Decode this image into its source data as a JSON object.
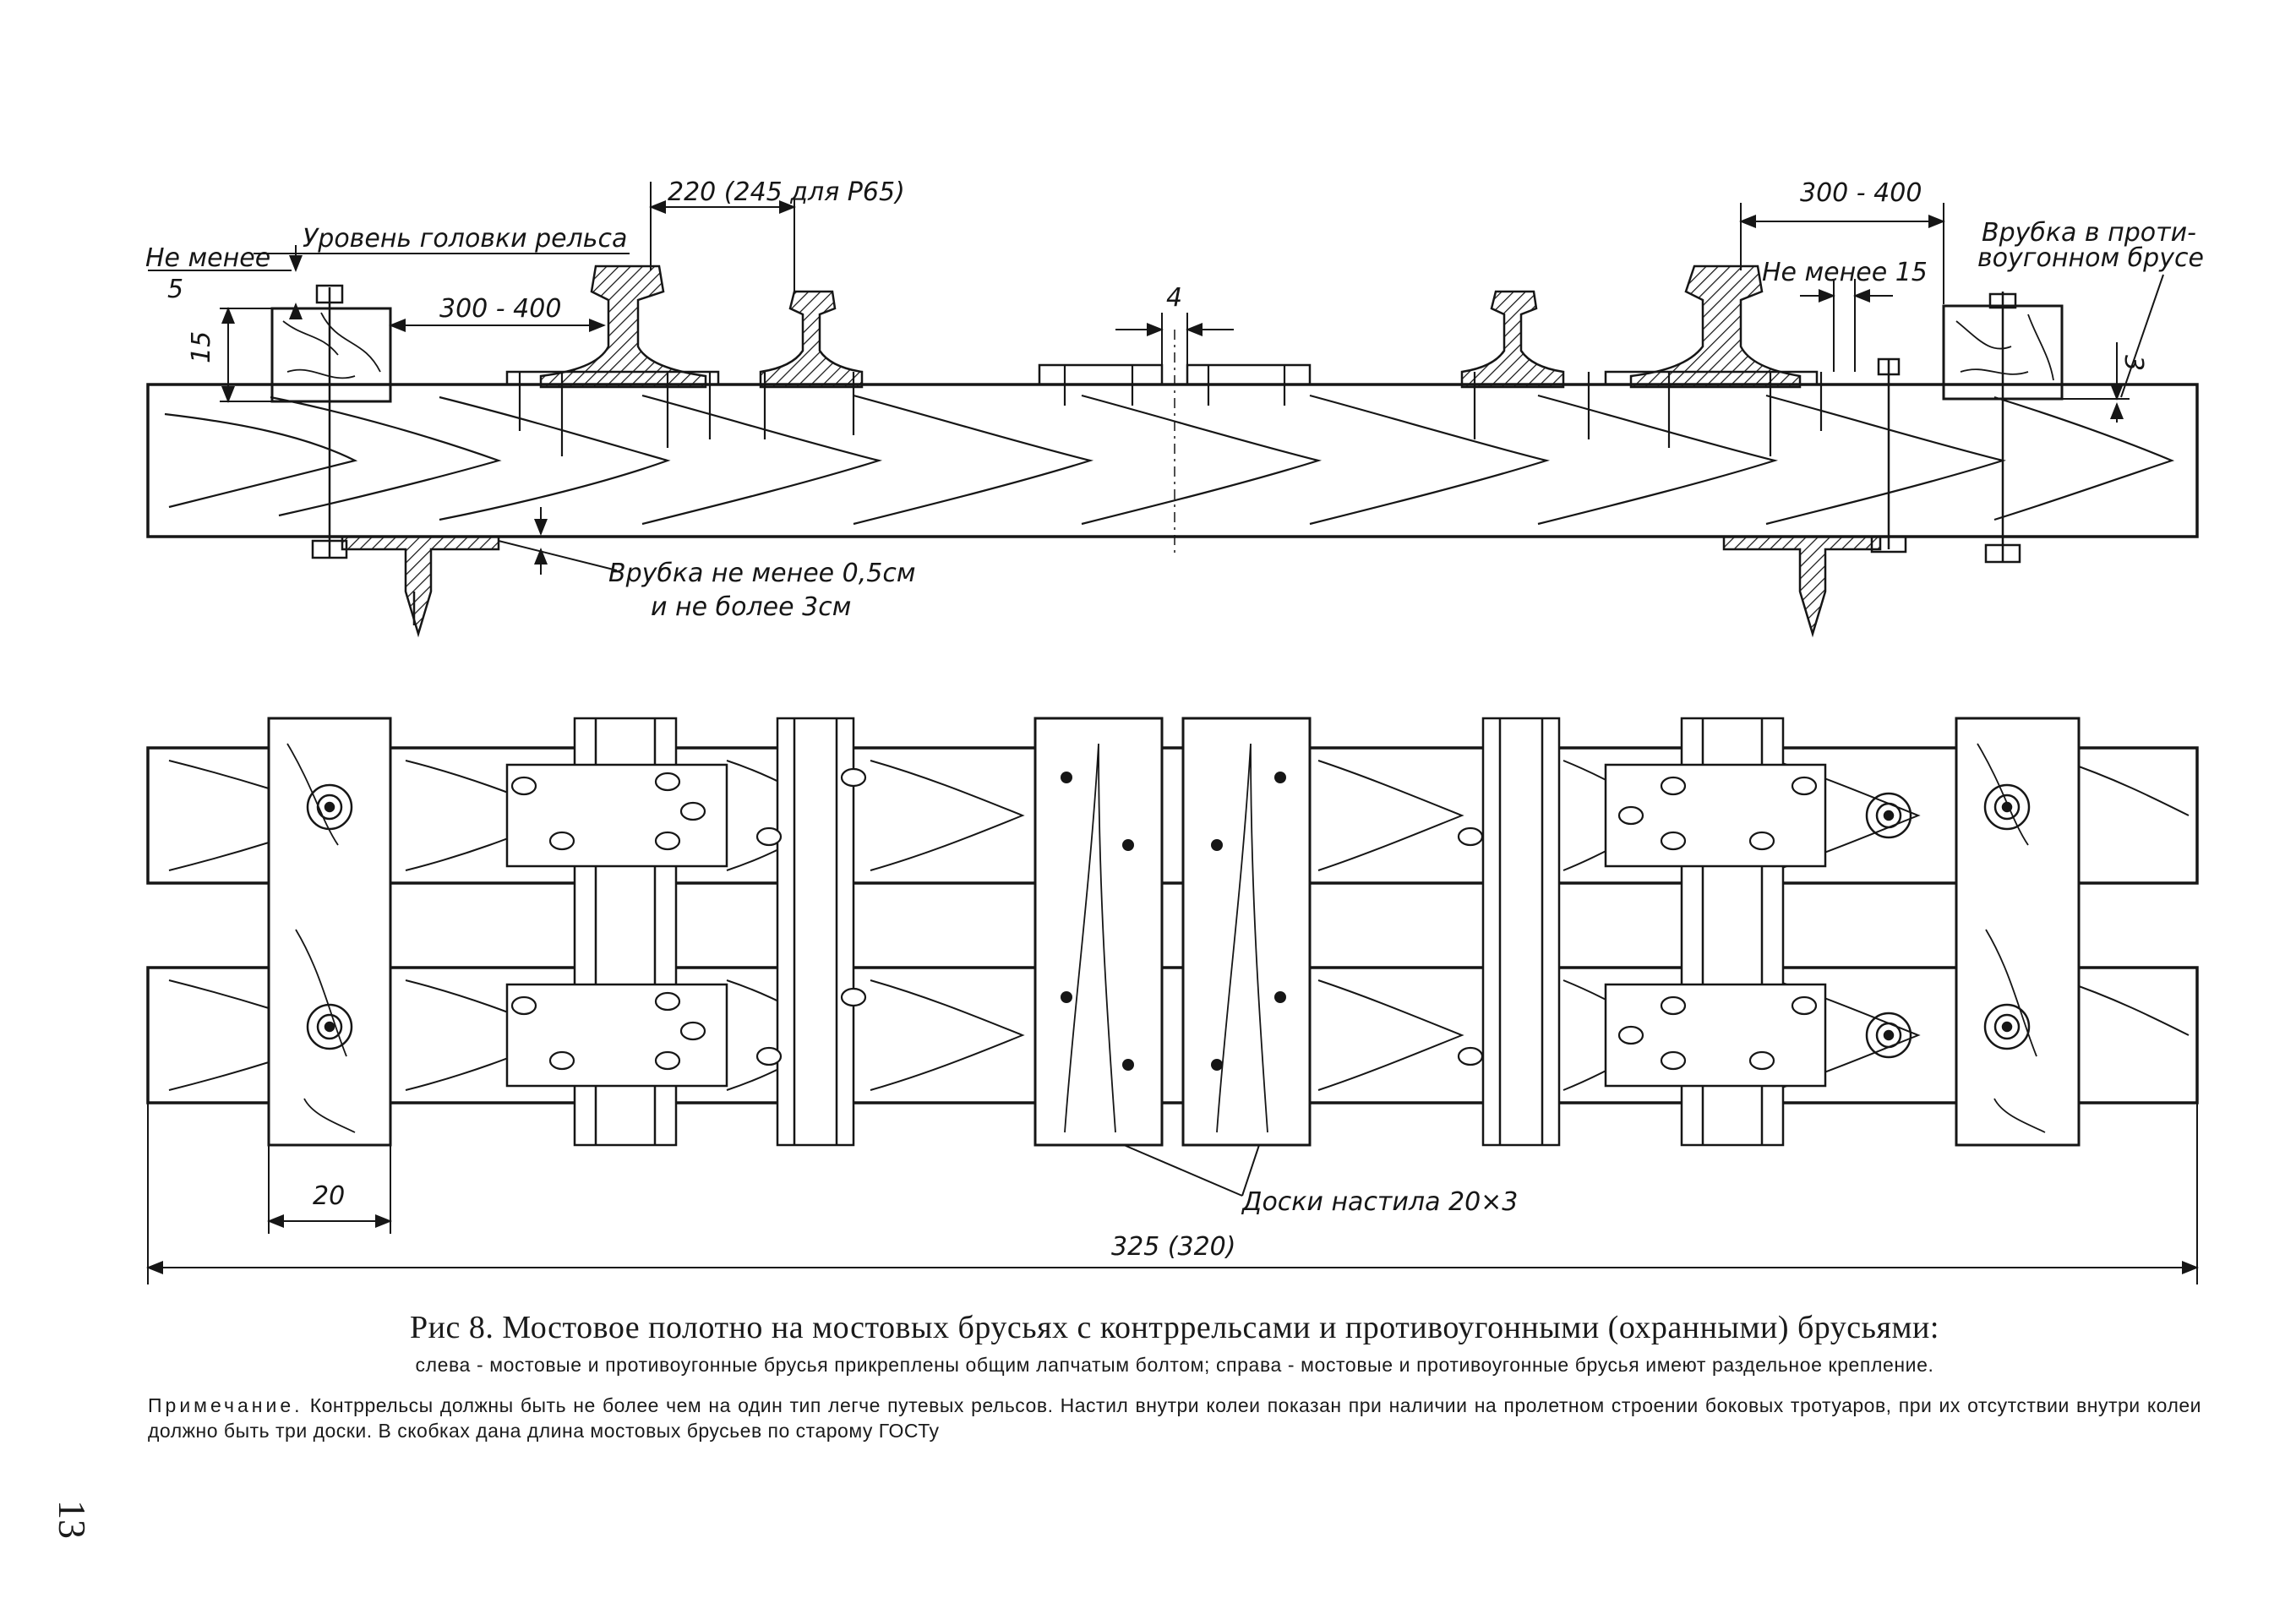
{
  "labels": {
    "not_less_5_line1": "Не менее",
    "not_less_5_line2": "5",
    "rail_head_level": "Уровень головки рельса",
    "dim_220": "220 (245 для Р65)",
    "dim_300_400_left": "300 - 400",
    "dim_15": "15",
    "dim_4": "4",
    "dim_300_400_right": "300 - 400",
    "not_less_15": "Не менее 15",
    "cut_in_beam_line1": "Врубка в проти-",
    "cut_in_beam_line2": "воугонном брусе",
    "dim_3": "3",
    "cut_note_line1": "Врубка не менее 0,5см",
    "cut_note_line2": "и не более 3см",
    "dim_20": "20",
    "deck_boards": "Доски настила 20×3",
    "dim_325": "325 (320)"
  },
  "caption": {
    "title": "Рис 8. Мостовое полотно на мостовых брусьях с контррельсами и противоугонными (охранными) брусьями:",
    "subtitle": "слева - мостовые и противоугонные брусья прикреплены общим лапчатым болтом; справа - мостовые и противоугонные брусья имеют раздельное крепление.",
    "note_label": "Примечание.",
    "note_text": "Контррельсы должны быть не более чем на один тип легче путевых рельсов. Настил внутри колеи показан при наличии на пролетном строении боковых тротуаров, при их отсутствии внутри колеи должно быть три доски. В скобках дана длина мостовых брусьев по старому ГОСТу"
  },
  "page_number": "13"
}
